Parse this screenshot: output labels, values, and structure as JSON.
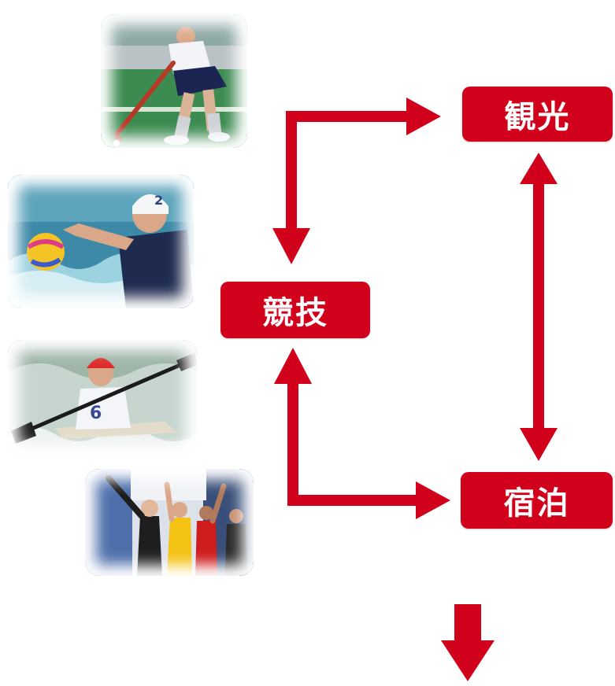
{
  "diagram": {
    "nodes": {
      "sightseeing": "観光",
      "competition": "競技",
      "lodging": "宿泊"
    },
    "colors": {
      "node_fill": "#d1001b",
      "arrow": "#d1001b",
      "node_text": "#ffffff"
    },
    "connections": [
      {
        "from": "競技",
        "to": "観光",
        "bidirectional": true
      },
      {
        "from": "観光",
        "to": "宿泊",
        "bidirectional": true
      },
      {
        "from": "競技",
        "to": "宿泊",
        "bidirectional": true
      }
    ],
    "photos": [
      {
        "subject": "field-hockey-player"
      },
      {
        "subject": "water-polo-player"
      },
      {
        "subject": "kayak-paddler"
      },
      {
        "subject": "cheering-crowd"
      }
    ]
  }
}
